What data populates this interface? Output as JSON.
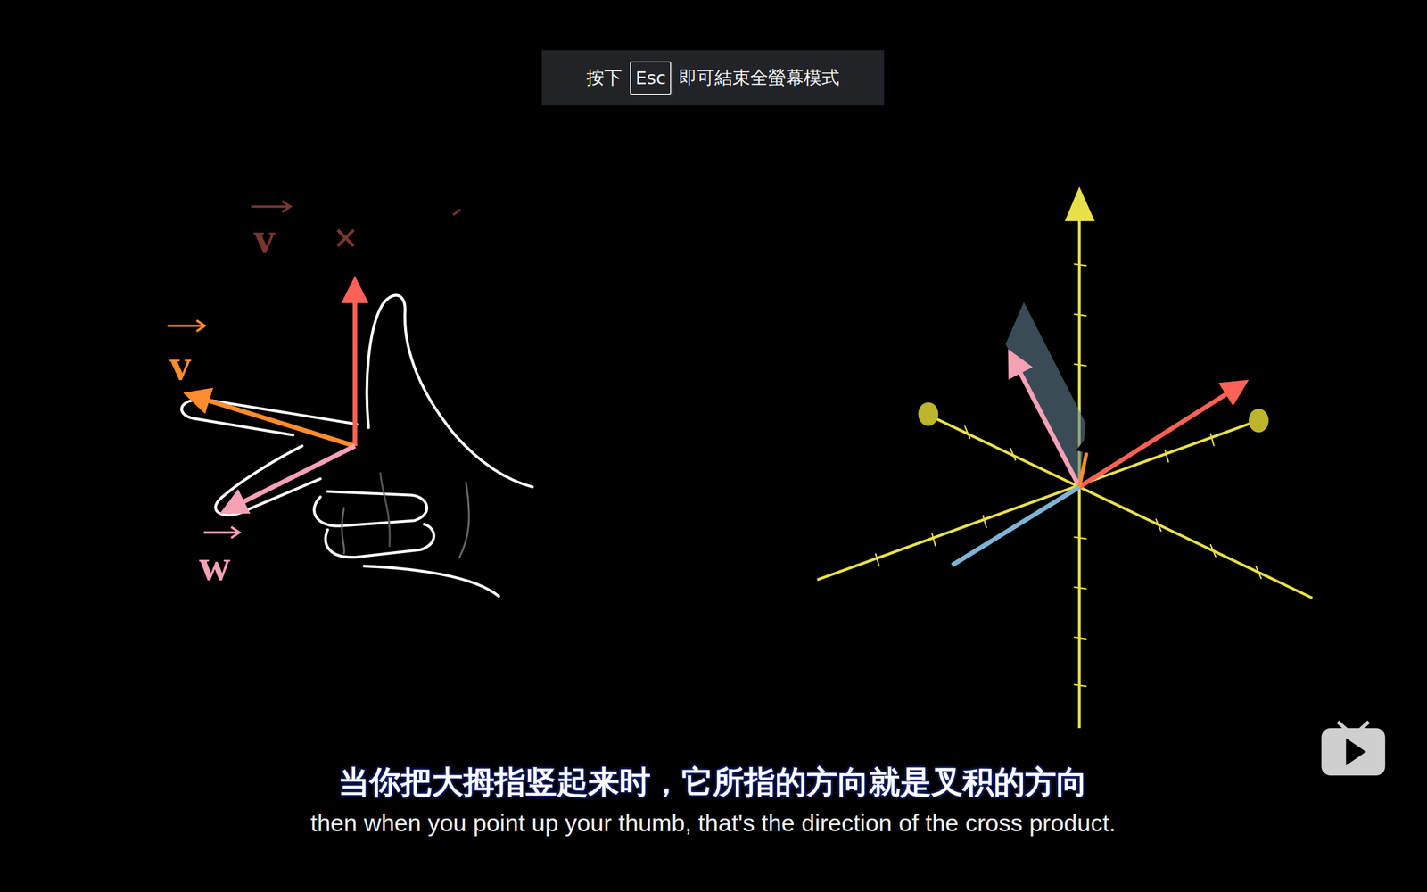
{
  "diagram": {
    "nodes": [
      {
        "text": [
          "按下",
          "即可結束全螢幕模式"
        ]
      },
      {
        "text": [
          "Esc"
        ],
        "in": 0
      }
    ],
    "labels": [
      "v",
      "×",
      "v",
      "w",
      "当你把大拇指竖起来时，它所指的方向就是叉积的方向",
      "then when you point up your thumb, that's the direction of the cross product."
    ]
  }
}
